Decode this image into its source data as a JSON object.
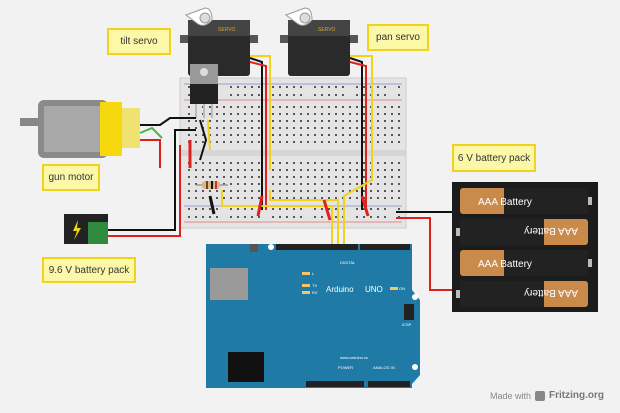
{
  "labels": {
    "tilt_servo": "tilt servo",
    "pan_servo": "pan servo",
    "gun_motor": "gun motor",
    "battery_96": "9.6 V battery pack",
    "battery_6": "6 V battery pack"
  },
  "servo_brand": "SERVO",
  "aaa_battery": "AAA Battery",
  "arduino": {
    "name": "Arduino",
    "model": "UNO",
    "on": "ON",
    "tx": "TX",
    "rx": "RX",
    "l": "L",
    "digital": "DIGITAL",
    "power": "POWER",
    "analog": "ANALOG IN",
    "icsp": "ICSP",
    "url": "www.arduino.cc"
  },
  "footer": {
    "made_with": "Made with",
    "brand": "Fritzing.org"
  },
  "colors": {
    "label_bg": "#fdf7a8",
    "label_border": "#f1d21c",
    "arduino": "#1f7aa6",
    "wire_red": "#e0201b",
    "wire_yellow": "#f2d21b",
    "wire_black": "#111111"
  }
}
